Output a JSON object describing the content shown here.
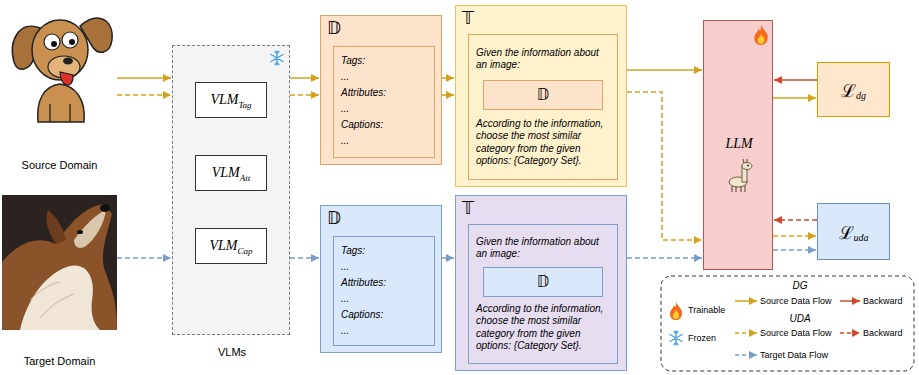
{
  "diagram": {
    "nodes": [
      {
        "text": [
          "Source Domain"
        ]
      },
      {
        "text": [
          "Target Domain"
        ]
      },
      {
        "text": [
          "VLMs"
        ]
      },
      {
        "text": [
          "VLM",
          "Tag"
        ],
        "in": 2
      },
      {
        "text": [
          "VLM",
          "Att"
        ],
        "in": 2
      },
      {
        "text": [
          "VLM",
          "Cap"
        ],
        "in": 2
      },
      {
        "text": [
          "𝔻"
        ]
      },
      {
        "text": [
          "Tags:",
          "...",
          "Attributes:",
          "...",
          "Captions:",
          "..."
        ],
        "in": 6
      },
      {
        "text": [
          "𝔻"
        ]
      },
      {
        "text": [
          "Tags:",
          "...",
          "Attributes:",
          "...",
          "Captions:",
          "..."
        ],
        "in": 8
      },
      {
        "text": [
          "𝕋"
        ]
      },
      {
        "text": [
          "Given the information about an image:",
          "According to the information, choose the most similar category from the given options: {Category Set}."
        ],
        "in": 10
      },
      {
        "text": [
          "𝔻"
        ],
        "in": 11
      },
      {
        "text": [
          "𝕋"
        ]
      },
      {
        "text": [
          "Given the information about an image:",
          "According to the information, choose the most similar category from the given options: {Category Set}."
        ],
        "in": 13
      },
      {
        "text": [
          "𝔻"
        ],
        "in": 14
      },
      {
        "text": [
          "LLM"
        ]
      },
      {
        "text": [
          "ℒ",
          "dg"
        ]
      },
      {
        "text": [
          "ℒ",
          "uda"
        ]
      }
    ],
    "edges": [
      {
        "from": 0,
        "to": 2,
        "arrow": "to"
      },
      {
        "from": 0,
        "to": 2,
        "arrow": "to"
      },
      {
        "from": 1,
        "to": 2,
        "arrow": "to"
      },
      {
        "from": 2,
        "to": 6,
        "arrow": "to"
      },
      {
        "from": 2,
        "to": 6,
        "arrow": "to"
      },
      {
        "from": 2,
        "to": 8,
        "arrow": "to"
      },
      {
        "from": 6,
        "to": 10,
        "arrow": "to"
      },
      {
        "from": 6,
        "to": 10,
        "arrow": "to"
      },
      {
        "from": 8,
        "to": 13,
        "arrow": "to"
      },
      {
        "from": 10,
        "to": 16,
        "arrow": "to"
      },
      {
        "from": 10,
        "to": 16,
        "arrow": "to"
      },
      {
        "from": 13,
        "to": 16,
        "arrow": "to"
      },
      {
        "from": 16,
        "to": 17,
        "arrow": "to"
      },
      {
        "from": 17,
        "to": 16,
        "arrow": "to"
      },
      {
        "from": 18,
        "to": 16,
        "arrow": "to"
      },
      {
        "from": 16,
        "to": 18,
        "arrow": "to"
      },
      {
        "from": 16,
        "to": 18,
        "arrow": "to"
      }
    ],
    "labels": [
      "DG",
      "UDA"
    ],
    "legend": [
      {
        "text": "Trainable"
      },
      {
        "text": "Frozen"
      },
      {
        "text": "Source Data Flow"
      },
      {
        "text": "Backward"
      },
      {
        "text": "Source Data Flow"
      },
      {
        "text": "Backward"
      },
      {
        "text": "Target Data Flow"
      }
    ]
  }
}
